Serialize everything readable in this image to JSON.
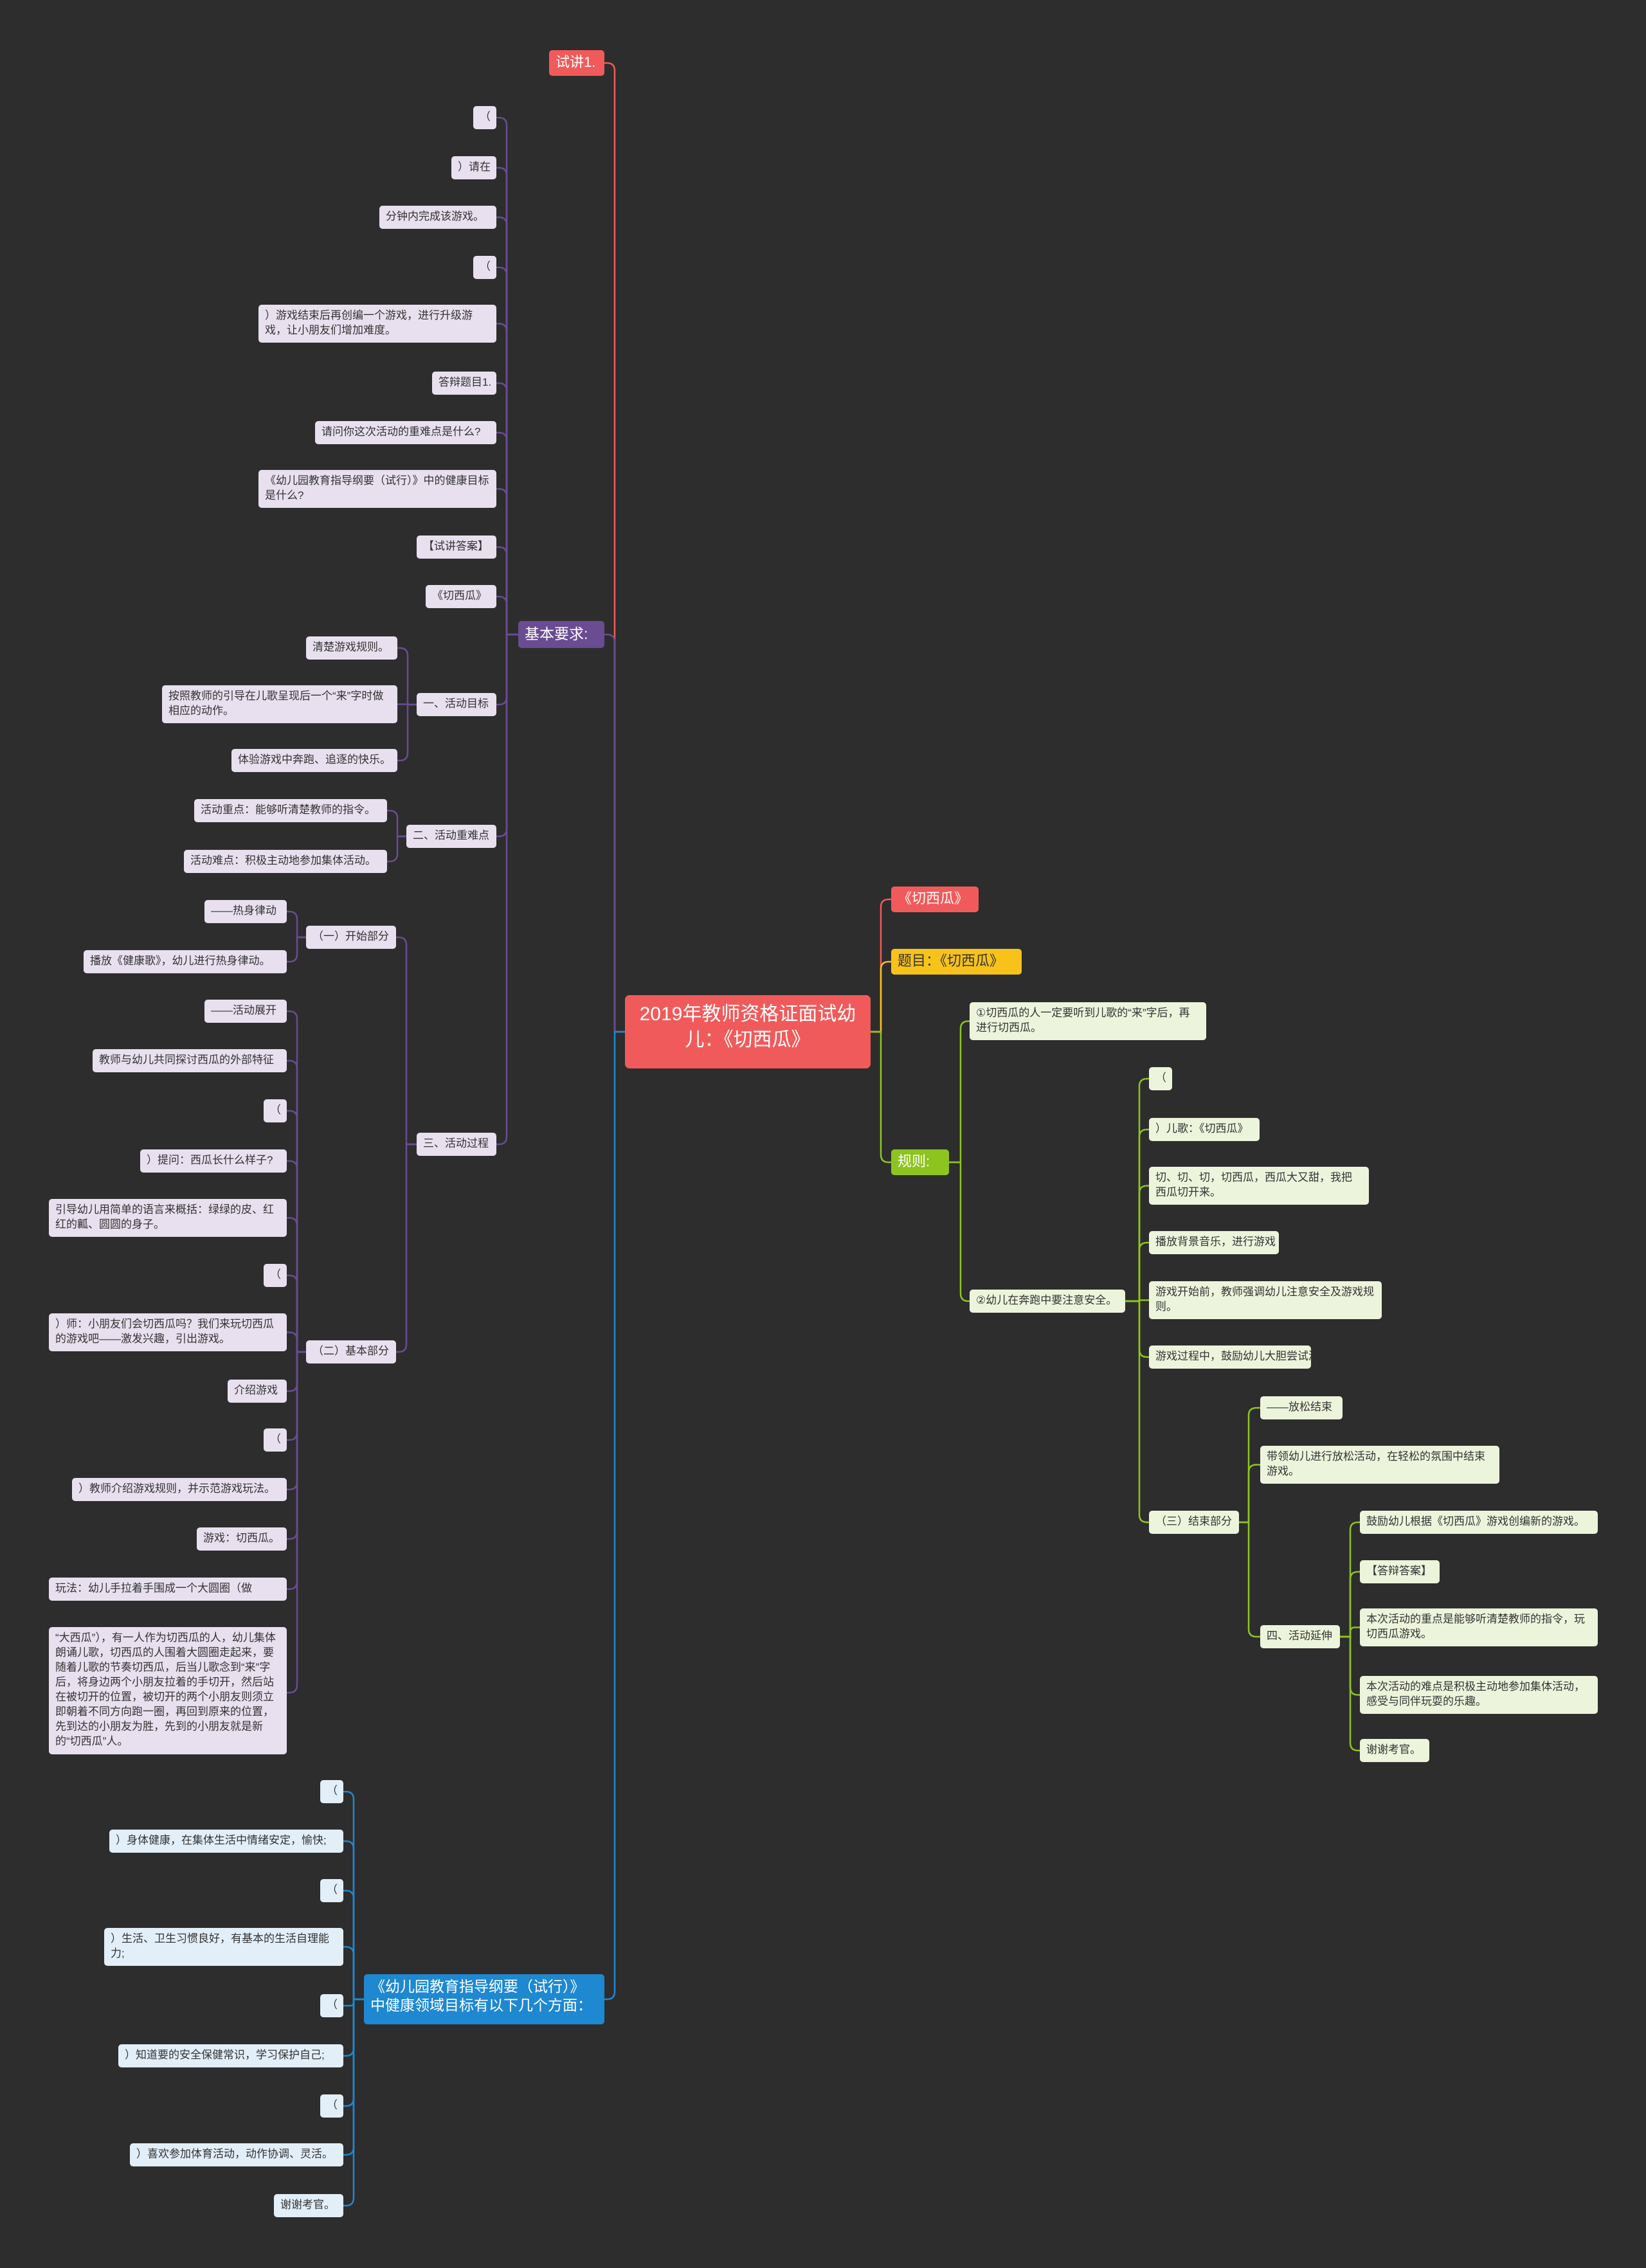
{
  "colors": {
    "background": "#2d2d2d",
    "red": "#f15a5a",
    "yellow": "#f7c21a",
    "green": "#8ec420",
    "purple": "#6a4c93",
    "blue": "#1e88d0"
  },
  "root": {
    "text": "2019年教师资格证面试幼儿：《切西瓜》"
  },
  "left": {
    "shijiang": "试讲1.",
    "jiben": {
      "label": "基本要求:",
      "items": [
        "（",
        "）请在",
        "分钟内完成该游戏。",
        "（",
        "）游戏结束后再创编一个游戏，进行升级游戏，让小朋友们增加难度。",
        "答辩题目1.",
        "请问你这次活动的重难点是什么?",
        "《幼儿园教育指导纲要（试行）》中的健康目标是什么?",
        "【试讲答案】",
        "《切西瓜》"
      ],
      "goals": {
        "label": "一、活动目标",
        "items": [
          "清楚游戏规则。",
          "按照教师的引导在儿歌呈现后一个“来”字时做相应的动作。",
          "体验游戏中奔跑、追逐的快乐。"
        ]
      },
      "keypoints": {
        "label": "二、活动重难点",
        "items": [
          "活动重点：能够听清楚教师的指令。",
          "活动难点：积极主动地参加集体活动。"
        ]
      },
      "process": {
        "label": "三、活动过程",
        "start": {
          "label": "（一）开始部分",
          "items": [
            "——热身律动",
            "播放《健康歌》，幼儿进行热身律动。"
          ]
        },
        "basic": {
          "label": "（二）基本部分",
          "items": [
            "——活动展开",
            "教师与幼儿共同探讨西瓜的外部特征",
            "（",
            "）提问：西瓜长什么样子?",
            "引导幼儿用简单的语言来概括：绿绿的皮、红红的瓤、圆圆的身子。",
            "（",
            "）师：小朋友们会切西瓜吗？我们来玩切西瓜的游戏吧——激发兴趣，引出游戏。",
            "介绍游戏",
            "（",
            "）教师介绍游戏规则，并示范游戏玩法。",
            "游戏：切西瓜。",
            "玩法：幼儿手拉着手围成一个大圆圈（做",
            "“大西瓜”），有一人作为切西瓜的人，幼儿集体朗诵儿歌，切西瓜的人围着大圆圈走起来，要随着儿歌的节奏切西瓜，后当儿歌念到“来”字后，将身边两个小朋友拉着的手切开，然后站在被切开的位置，被切开的两个小朋友则须立即朝着不同方向跑一圈，再回到原来的位置，先到达的小朋友为胜，先到的小朋友就是新的“切西瓜”人。"
          ]
        }
      }
    },
    "gangyao": {
      "label": "《幼儿园教育指导纲要（试行）》中健康领域目标有以下几个方面：",
      "items": [
        "（",
        "）身体健康，在集体生活中情绪安定，愉快;",
        "（",
        "）生活、卫生习惯良好，有基本的生活自理能力;",
        "（",
        "）知道要的安全保健常识，学习保护自己;",
        "（",
        "）喜欢参加体育活动，动作协调、灵活。",
        "谢谢考官。"
      ]
    }
  },
  "right": {
    "qiexigua": "《切西瓜》",
    "timu": "题目：《切西瓜》",
    "guize": {
      "label": "规则:",
      "rule1": "①切西瓜的人一定要听到儿歌的“来”字后，再进行切西瓜。",
      "rule2": {
        "label": "②幼儿在奔跑中要注意安全。",
        "items": [
          "（",
          "）儿歌：《切西瓜》",
          "切、切、切，切西瓜，西瓜大又甜，我把西瓜切开来。",
          "播放背景音乐，进行游戏",
          "游戏开始前，教师强调幼儿注意安全及游戏规则。",
          "游戏过程中，鼓励幼儿大胆尝试游戏。"
        ],
        "end": {
          "label": "（三）结束部分",
          "items": [
            "——放松结束",
            "带领幼儿进行放松活动，在轻松的氛围中结束游戏。"
          ],
          "extend": {
            "label": "四、活动延伸",
            "items": [
              "鼓励幼儿根据《切西瓜》游戏创编新的游戏。",
              "【答辩答案】",
              "本次活动的重点是能够听清楚教师的指令，玩切西瓜游戏。",
              "本次活动的难点是积极主动地参加集体活动，感受与同伴玩耍的乐趣。",
              "谢谢考官。"
            ]
          }
        }
      }
    }
  }
}
